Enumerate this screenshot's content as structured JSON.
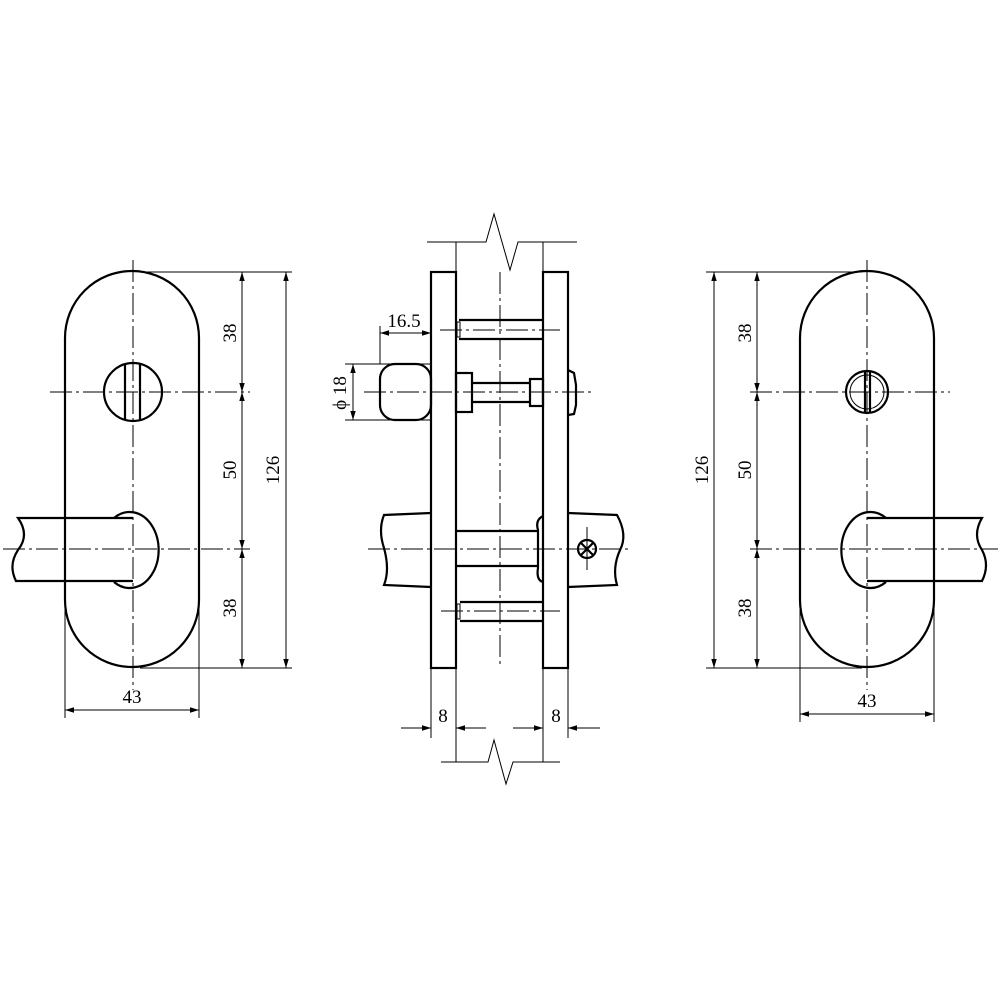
{
  "drawing": {
    "title": "Bathroom lever handle set with privacy thumbturn - dimensioned views",
    "line_color": "#000000",
    "background": "#ffffff"
  },
  "left_view": {
    "dim_top": "38",
    "dim_middle": "50",
    "dim_bottom": "38",
    "dim_total": "126",
    "dim_width": "43"
  },
  "side_view": {
    "dim_turn_projection": "16.5",
    "dim_turn_diameter": "ϕ 18",
    "dim_plate_left": "8",
    "dim_plate_right": "8"
  },
  "right_view": {
    "dim_top": "38",
    "dim_middle": "50",
    "dim_bottom": "38",
    "dim_total": "126",
    "dim_width": "43"
  }
}
